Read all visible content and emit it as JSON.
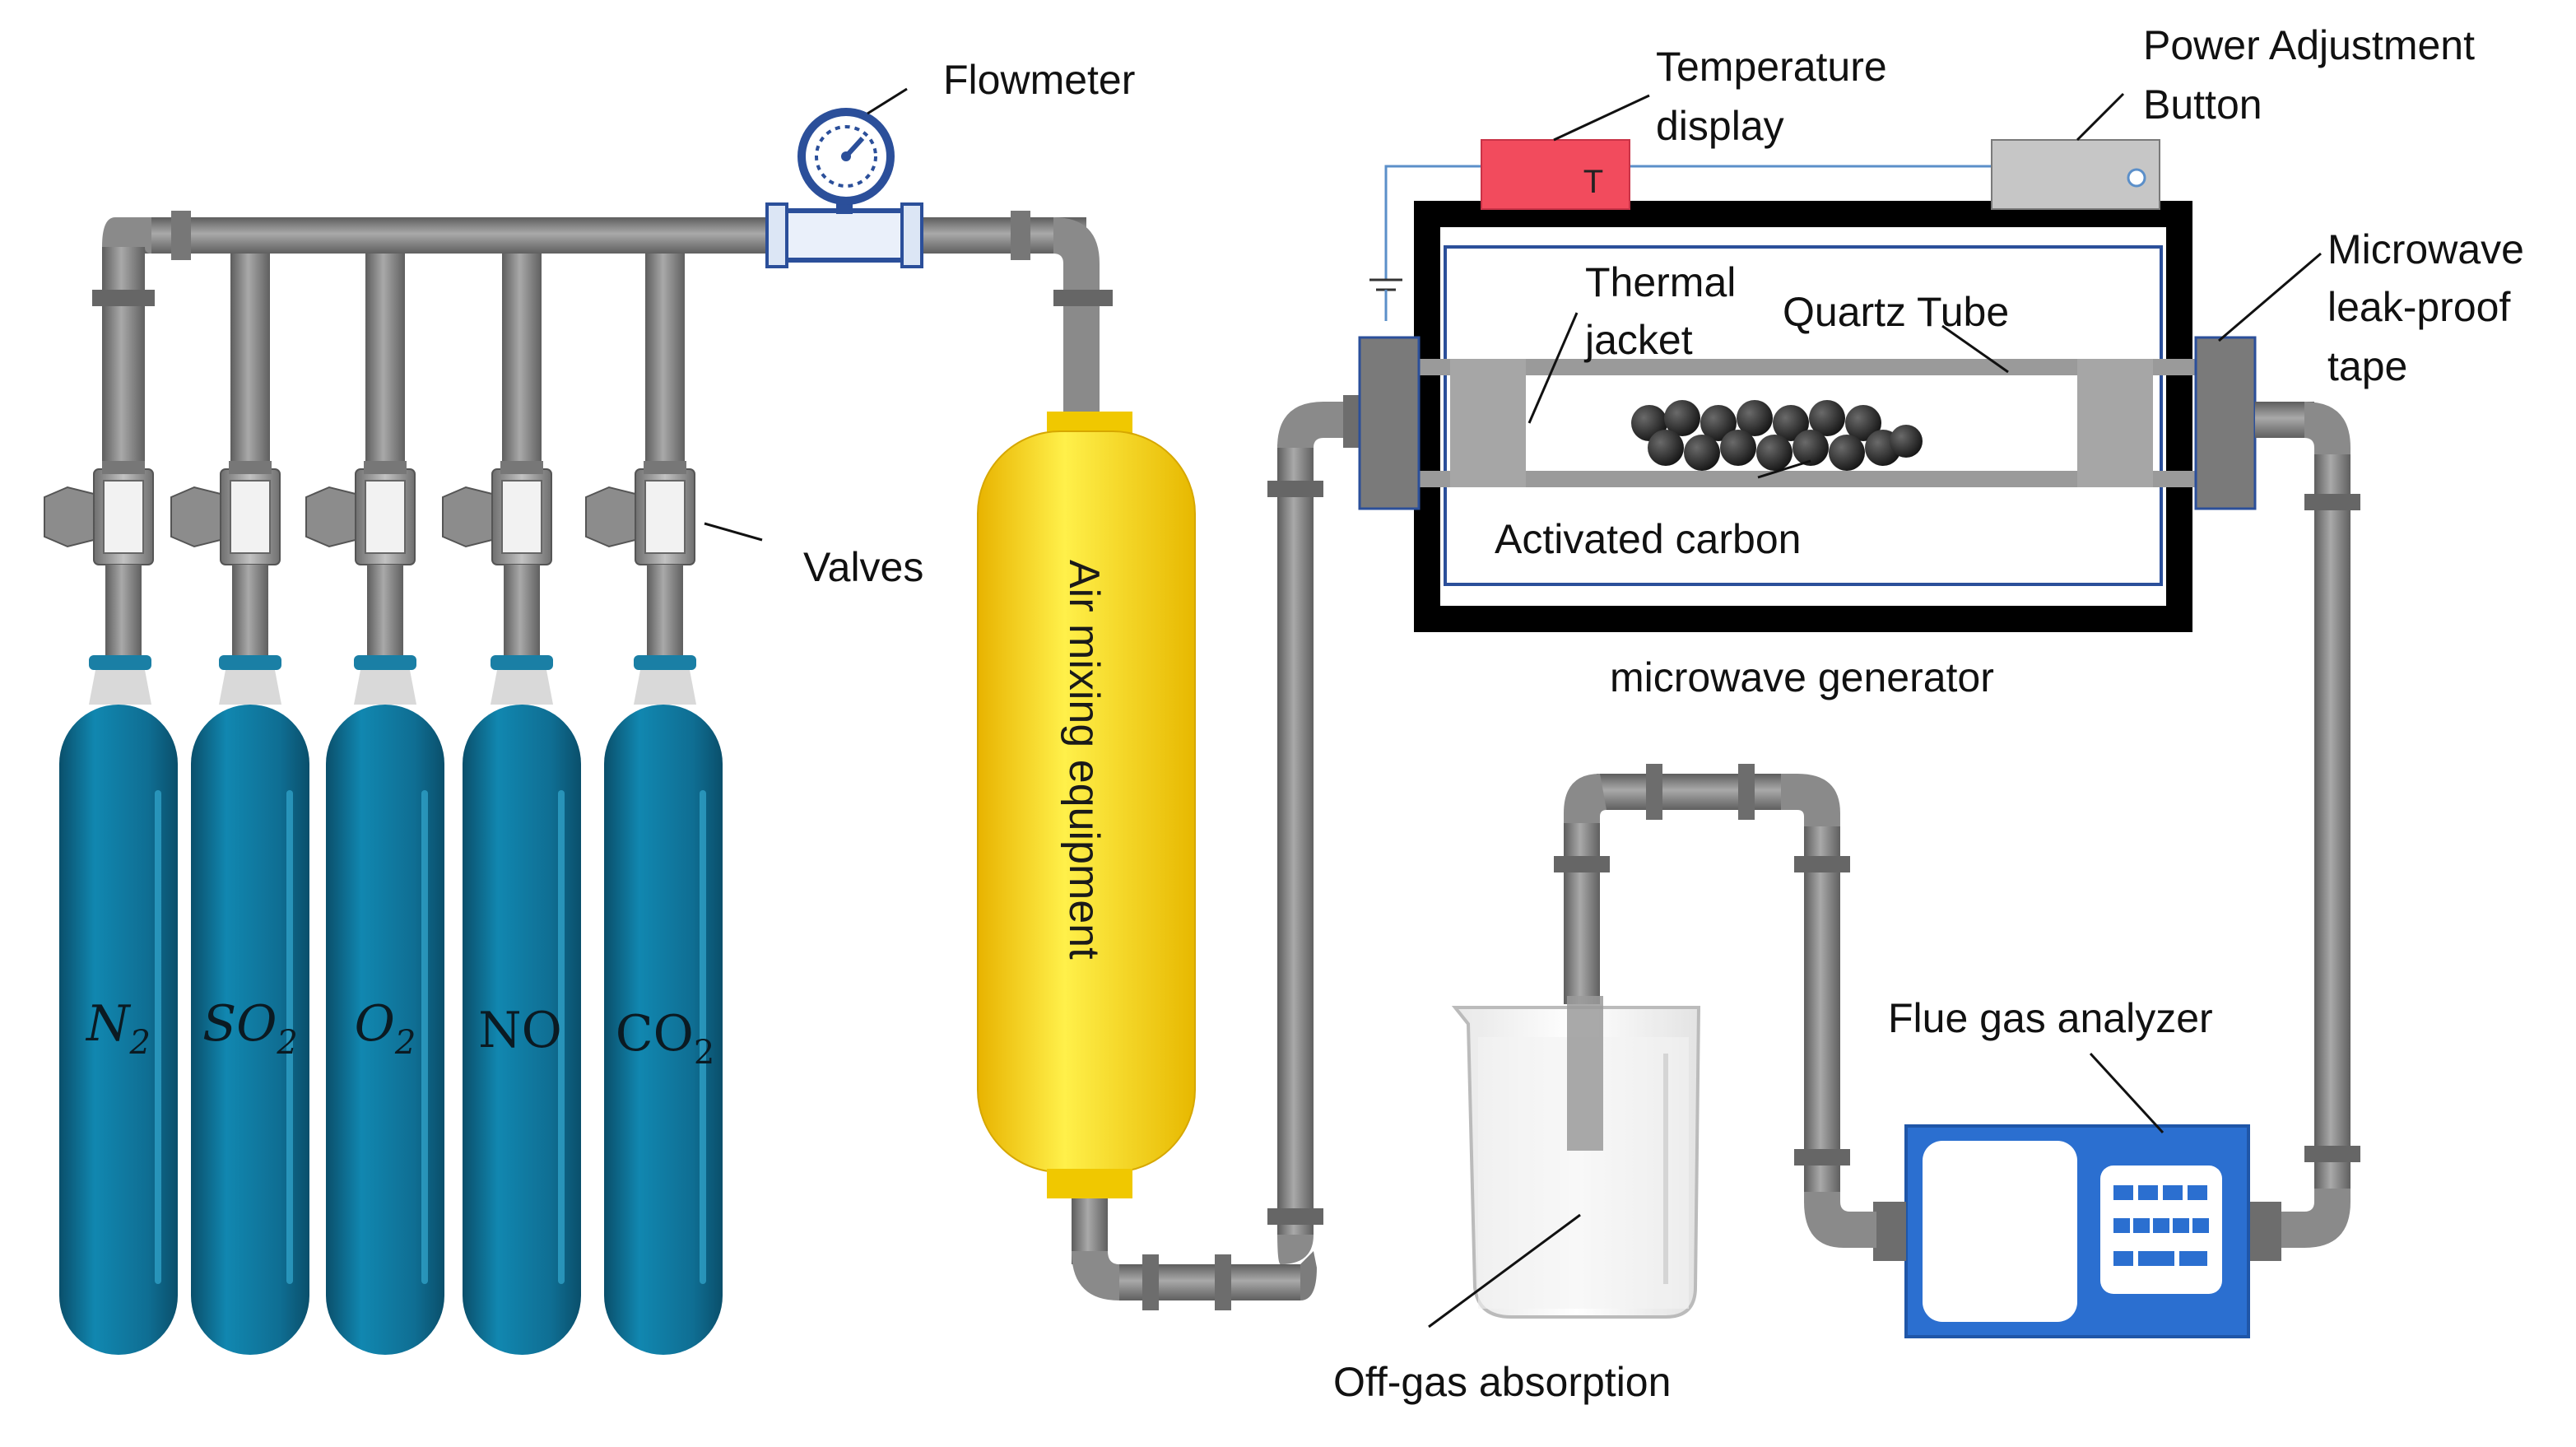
{
  "labels": {
    "flowmeter": "Flowmeter",
    "valves": "Valves",
    "air_mixing": "Air mixing equipment",
    "temperature_line1": "Temperature",
    "temperature_line2": "display",
    "temp_t": "T",
    "power_line1": "Power Adjustment",
    "power_line2": "Button",
    "thermal_line1": "Thermal",
    "thermal_line2": "jacket",
    "quartz": "Quartz Tube",
    "leak_line1": "Microwave",
    "leak_line2": "leak-proof",
    "leak_line3": "tape",
    "activated_carbon": "Activated carbon",
    "microwave_generator": "microwave generator",
    "flue_gas_analyzer": "Flue gas analyzer",
    "off_gas": "Off-gas absorption"
  },
  "cylinders": [
    {
      "base": "N",
      "sub": "2",
      "italic": true
    },
    {
      "base": "SO",
      "sub": "2",
      "italic": true
    },
    {
      "base": "O",
      "sub": "2",
      "italic": true
    },
    {
      "base": "NO",
      "sub": "",
      "italic": false
    },
    {
      "base": "CO",
      "sub": "2",
      "italic": false
    }
  ],
  "colors": {
    "cylinder": "#0f6e93",
    "pipe": "#7d7d7d",
    "mixer": "#f4d31c",
    "temp_display": "#f24b5d",
    "analyzer": "#2b6fd0",
    "furnace_frame": "#000000"
  }
}
